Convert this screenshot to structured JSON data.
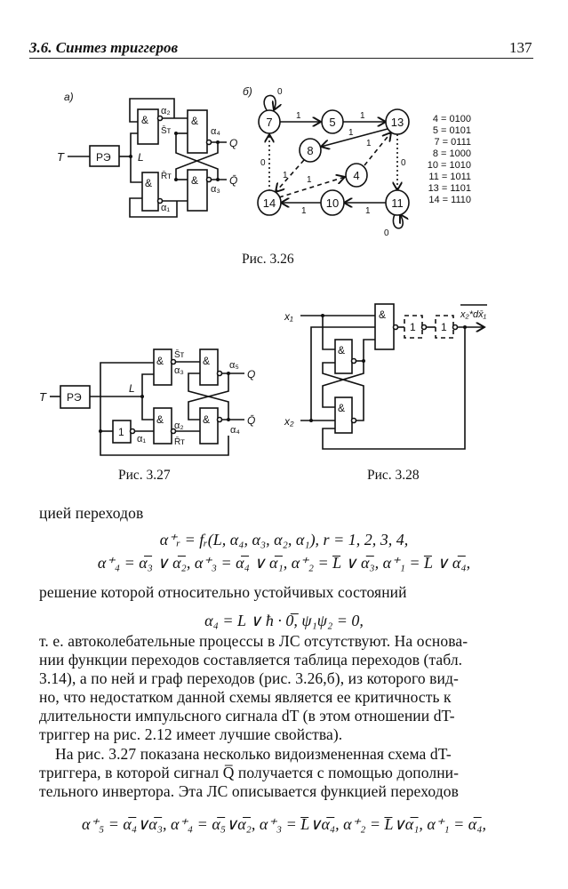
{
  "header": {
    "section": "3.6.  Синтез триггеров",
    "page_number": "137"
  },
  "fig326": {
    "a": {
      "panel": "а)",
      "input": "T",
      "block": "РЭ",
      "node": "L",
      "and": "&",
      "a1": "α₁",
      "a2": "α₂",
      "a3": "α₃",
      "a4": "α₄",
      "s": "S̄т",
      "r": "R̄т",
      "q": "Q",
      "nq": "Q̄"
    },
    "b": {
      "panel": "б)",
      "nodes": [
        "7",
        "5",
        "13",
        "8",
        "4",
        "14",
        "10",
        "11"
      ],
      "edge_one": "1",
      "edge_zero": "0",
      "legend": [
        "4 = 0100",
        "5 = 0101",
        "7 = 0111",
        "8 = 1000",
        "10 = 1010",
        "11 = 1011",
        "13 = 1101",
        "14 = 1110"
      ]
    },
    "caption": "Рис. 3.26"
  },
  "fig327": {
    "input": "T",
    "block": "РЭ",
    "node": "L",
    "and": "&",
    "inv": "1",
    "a1": "α₁",
    "a2": "α₂",
    "a3": "α₃",
    "a4": "α₄",
    "a5": "α₅",
    "s": "S̄т",
    "r": "R̄т",
    "q": "Q",
    "nq": "Q̄",
    "caption": "Рис. 3.27"
  },
  "fig328": {
    "x1": "x₁",
    "x2": "x₂",
    "and": "&",
    "inv": "1",
    "out": "x₂*dx̄₁",
    "caption": "Рис. 3.28"
  },
  "body": {
    "l1": "цией переходов",
    "eq1": "α⁺ᵣ = fᵣ(L, α₄, α₃, α₂, α₁),  r = 1, 2, 3, 4,",
    "eq2": "α⁺₄ = α̅₃ ∨ α̅₂,  α⁺₃ = α̅₄ ∨ α̅₁,  α⁺₂ = L̅ ∨ α̅₃,  α⁺₁ = L̅ ∨ α̅₄,",
    "l2": "решение которой относительно устойчивых состояний",
    "eq3": "α₄ = L ∨ ħ · 0̅,  ψ₁ψ₂ = 0,",
    "p1": [
      "т. е. автоколебательные процессы в ЛС отсутствуют. На основа-",
      "нии функции переходов составляется таблица переходов (табл.",
      "3.14), а по ней и граф переходов (рис. 3.26,б), из которого вид-",
      "но, что недостатком данной схемы является ее критичность к",
      "длительности импульсного сигнала dT (в этом отношении dT-",
      "триггер на рис. 2.12 имеет лучшие свойства)."
    ],
    "p2": [
      "На рис. 3.27 показана несколько видоизмененная схема dT-",
      "триггера, в которой сигнал Q̅ получается с помощью дополни-",
      "тельного инвертора. Эта ЛС описывается функцией переходов"
    ],
    "eq4": "α⁺₅ = α̅₄∨α̅₃,  α⁺₄ = α̅₅∨α̅₂,  α⁺₃ = L̅∨α̅₄,  α⁺₂ = L̅∨α̅₁,  α⁺₁ = α̅₄,"
  }
}
